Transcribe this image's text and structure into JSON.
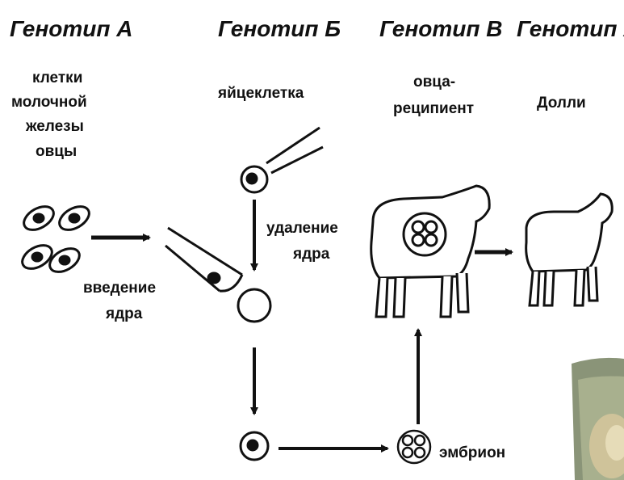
{
  "headers": {
    "col1": "Генотип А",
    "col2": "Генотип Б",
    "col3": "Генотип В",
    "col4": "Генотип А"
  },
  "labels": {
    "cells_line1": "клетки",
    "cells_line2": "молочной",
    "cells_line3": "железы",
    "cells_line4": "овцы",
    "egg": "яйцеклетка",
    "recipient_line1": "овца-",
    "recipient_line2": "реципиент",
    "dolly": "Долли",
    "removal_line1": "удаление",
    "removal_line2": "ядра",
    "insertion_line1": "введение",
    "insertion_line2": "ядра",
    "embryo": "эмбрион"
  },
  "colors": {
    "ink": "#111111",
    "background": "#ffffff"
  }
}
